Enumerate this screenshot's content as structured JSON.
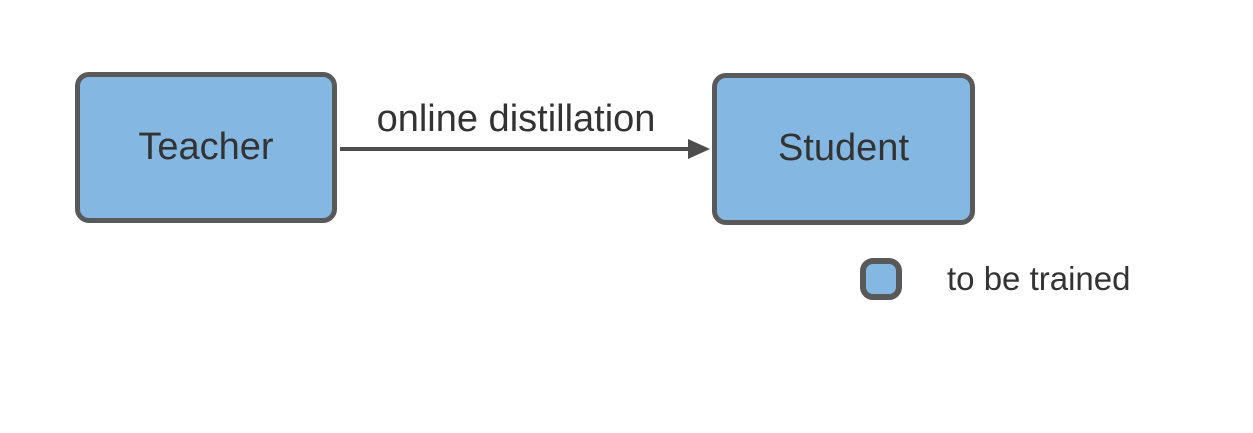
{
  "diagram": {
    "type": "flow-diagram",
    "colors": {
      "node_fill": "#84b8e2",
      "node_border": "#595959",
      "arrow": "#4d4d4d",
      "text": "#333333",
      "background": "#ffffff"
    },
    "nodes": [
      {
        "id": "teacher",
        "label": "Teacher"
      },
      {
        "id": "student",
        "label": "Student"
      }
    ],
    "edges": [
      {
        "from": "teacher",
        "to": "student",
        "label": "online distillation",
        "direction": "right"
      }
    ],
    "legend": [
      {
        "swatch": "node_fill",
        "label": "to be trained"
      }
    ]
  }
}
